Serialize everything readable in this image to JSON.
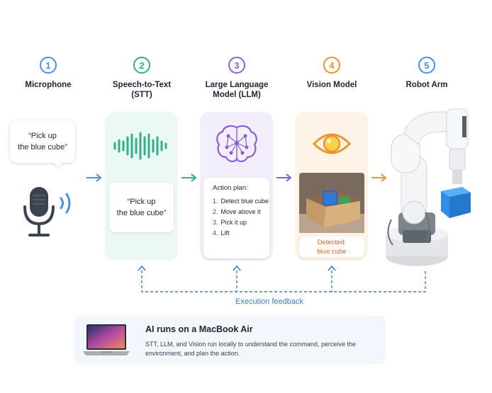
{
  "steps": [
    {
      "num": "1",
      "title": "Microphone",
      "color": "#4a8fe8"
    },
    {
      "num": "2",
      "title": "Speech-to-Text\n(STT)",
      "color": "#2fb08a"
    },
    {
      "num": "3",
      "title": "Large Language\nModel (LLM)",
      "color": "#8a5fd6"
    },
    {
      "num": "4",
      "title": "Vision Model",
      "color": "#f0942a"
    },
    {
      "num": "5",
      "title": "Robot Arm",
      "color": "#4a8fe8"
    }
  ],
  "microphone": {
    "quote": "“Pick up\nthe blue cube”"
  },
  "stt": {
    "text": "“Pick up\nthe blue cube”"
  },
  "llm": {
    "plan_title": "Action plan:",
    "plan": [
      {
        "num": "1.",
        "text": "Detect blue cube"
      },
      {
        "num": "2.",
        "text": "Move above it"
      },
      {
        "num": "3.",
        "text": "Pick it up"
      },
      {
        "num": "4.",
        "text": "Lift"
      }
    ]
  },
  "vision": {
    "detected": "Detected:\nblue cube"
  },
  "feedback": {
    "label": "Execution feedback"
  },
  "macbook": {
    "title": "AI runs on a MacBook Air",
    "description": "STT, LLM, and Vision run locally to understand the command, perceive the environment, and plan the action."
  },
  "colors": {
    "blue": "#4a8fe8",
    "green": "#2fb08a",
    "purple": "#8a5fd6",
    "orange": "#f0942a",
    "feedback": "#3d7bd1"
  }
}
